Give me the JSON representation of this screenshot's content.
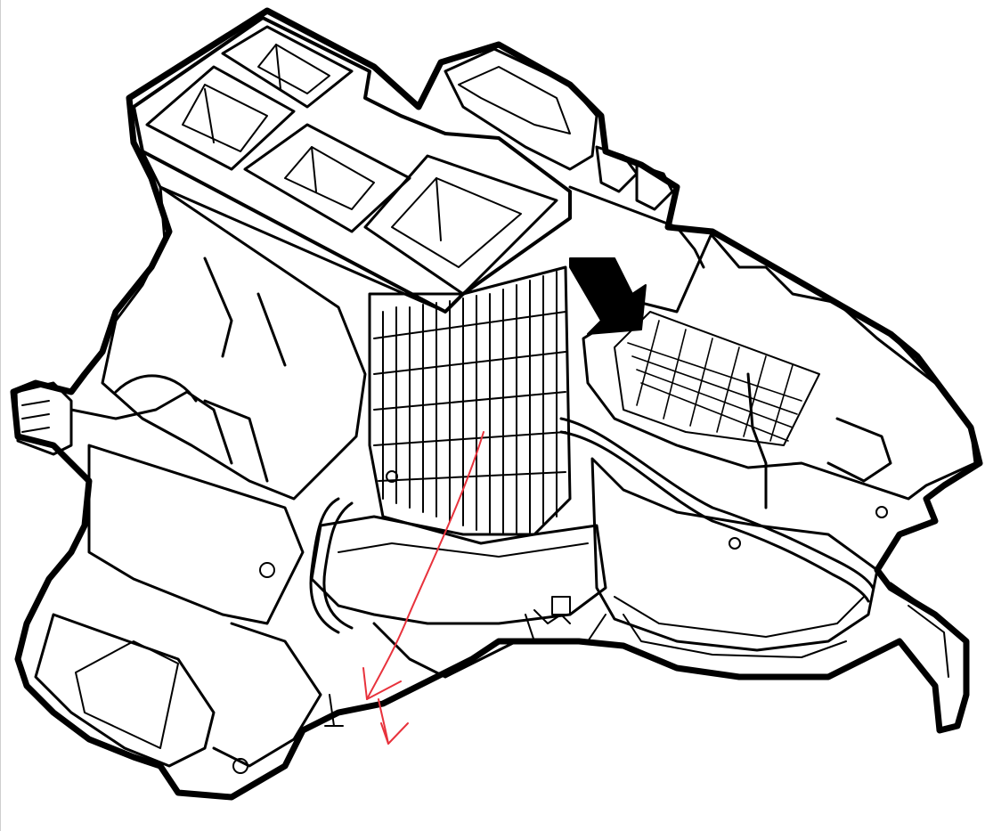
{
  "diagram": {
    "colors": {
      "line": "#000000",
      "background": "#ffffff",
      "annotation": "#e8323c",
      "fill_dark": "#000000"
    },
    "parts": [
      {
        "icon": "blower-housing"
      },
      {
        "icon": "duct-outlets"
      },
      {
        "icon": "intake-door"
      },
      {
        "icon": "heater-core-grid"
      },
      {
        "icon": "evaporator-fins"
      },
      {
        "icon": "wiring-harness"
      },
      {
        "icon": "connector-plug"
      }
    ]
  }
}
